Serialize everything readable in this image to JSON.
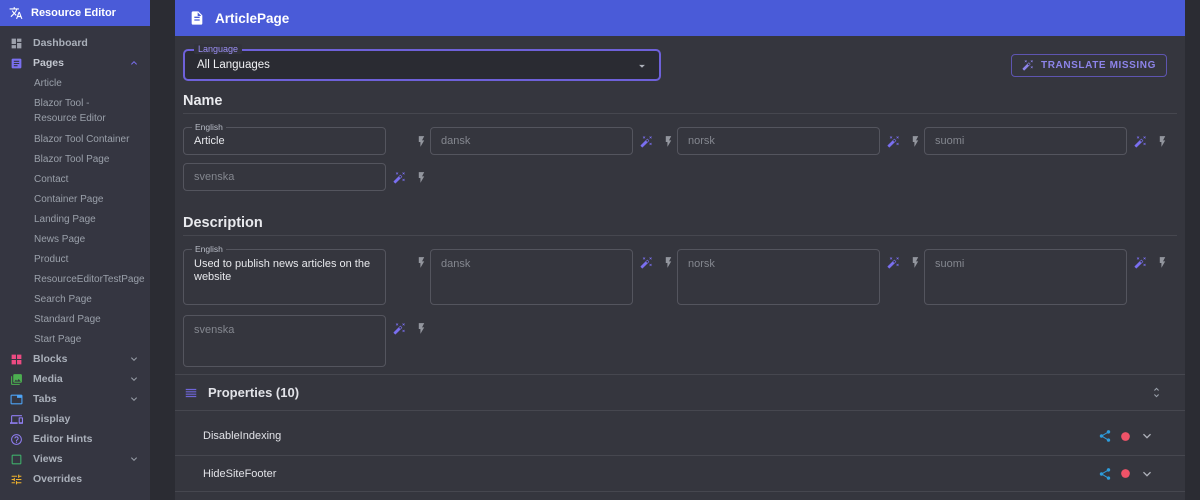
{
  "colors": {
    "header_blue": "#4a5bd8",
    "accent_purple": "#7a6ff0",
    "status_red": "#ef5368",
    "share_blue": "#2d9cdb",
    "bolt_gray": "#93969e"
  },
  "sidebar": {
    "title": "Resource Editor",
    "logo_icon": "translate-icon",
    "dashboard": "Dashboard",
    "pages": "Pages",
    "pages_children": [
      "Article",
      "Blazor Tool - Resource Editor",
      "Blazor Tool Container",
      "Blazor Tool Page",
      "Contact",
      "Container Page",
      "Landing Page",
      "News Page",
      "Product",
      "ResourceEditorTestPage",
      "Search Page",
      "Standard Page",
      "Start Page"
    ],
    "groups": [
      {
        "label": "Blocks",
        "icon": "blocks-icon",
        "expandable": true
      },
      {
        "label": "Media",
        "icon": "media-icon",
        "expandable": true
      },
      {
        "label": "Tabs",
        "icon": "tabs-icon",
        "expandable": true
      },
      {
        "label": "Display",
        "icon": "display-icon",
        "expandable": false
      },
      {
        "label": "Editor Hints",
        "icon": "help-icon",
        "expandable": false
      },
      {
        "label": "Views",
        "icon": "views-icon",
        "expandable": true
      },
      {
        "label": "Overrides",
        "icon": "tune-icon",
        "expandable": false
      }
    ]
  },
  "header": {
    "title": "ArticlePage",
    "icon": "article-icon"
  },
  "toolbar": {
    "language_label": "Language",
    "language_value": "All Languages",
    "translate_button": "TRANSLATE MISSING"
  },
  "name_section": {
    "title": "Name",
    "english": {
      "label": "English",
      "value": "Article"
    },
    "placeholders": [
      "dansk",
      "norsk",
      "suomi",
      "svenska"
    ]
  },
  "description_section": {
    "title": "Description",
    "english": {
      "label": "English",
      "value": "Used to publish news articles on the website"
    },
    "placeholders": [
      "dansk",
      "norsk",
      "suomi",
      "svenska"
    ]
  },
  "properties": {
    "title": "Properties (10)",
    "rows": [
      "DisableIndexing",
      "HideSiteFooter"
    ]
  }
}
